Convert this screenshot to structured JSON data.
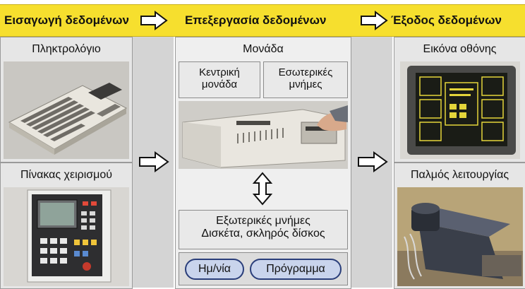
{
  "header": {
    "input_label": "Εισαγωγή δεδομένων",
    "processing_label": "Επεξεργασία δεδομένων",
    "output_label": "Έξοδος δεδομένων"
  },
  "input": {
    "keyboard_label": "Πληκτρολόγιο",
    "control_panel_label": "Πίνακας χειρισμού"
  },
  "processing": {
    "unit_label": "Μονάδα",
    "cpu_label_line1": "Κεντρική",
    "cpu_label_line2": "μονάδα",
    "internal_memory_line1": "Εσωτερικές",
    "internal_memory_line2": "μνήμες",
    "external_memory_line1": "Εξωτερικές μνήμες",
    "external_memory_line2": "Δισκέτα, σκληρός δίσκος",
    "data_pill": "Ημ/νία",
    "program_pill": "Πρόγραμμα"
  },
  "output": {
    "screen_label": "Εικόνα οθόνης",
    "actuator_label": "Παλμός λειτουργίας"
  },
  "colors": {
    "header_yellow": "#f6df2e",
    "panel_gray": "#e6e6e6",
    "pill_blue": "#c9d4ec",
    "pill_border": "#2a3e7a"
  }
}
